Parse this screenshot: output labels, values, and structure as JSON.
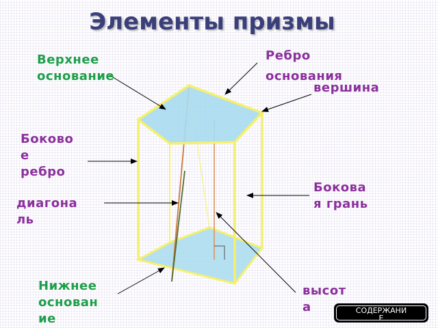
{
  "title": "Элементы призмы",
  "labels": {
    "top_base_1": "Верхнее",
    "top_base_2": "основание",
    "base_edge_1": "Ребро",
    "base_edge_2": "основания",
    "vertex": "вершина",
    "lateral_edge_1": "Боково",
    "lateral_edge_2": "е",
    "lateral_edge_3": "ребро",
    "diagonal_1": "диагона",
    "diagonal_2": "ль",
    "lateral_face_1": "Бокова",
    "lateral_face_2": "я грань",
    "bottom_base_1": "Нижнее",
    "bottom_base_2": "основан",
    "bottom_base_3": "ие",
    "height_1": "высот",
    "height_2": "а"
  },
  "button": {
    "line1": "СОДЕРЖАНИ",
    "line2": "Е"
  },
  "colors": {
    "title": "#3a3f7a",
    "label_green": "#1e9e4a",
    "label_purple": "#8b2f9c",
    "prism_edge": "#f5f06e",
    "base_fill": "#a8dcef",
    "diagonal": "#c8783c",
    "height_line": "#e0905a"
  }
}
